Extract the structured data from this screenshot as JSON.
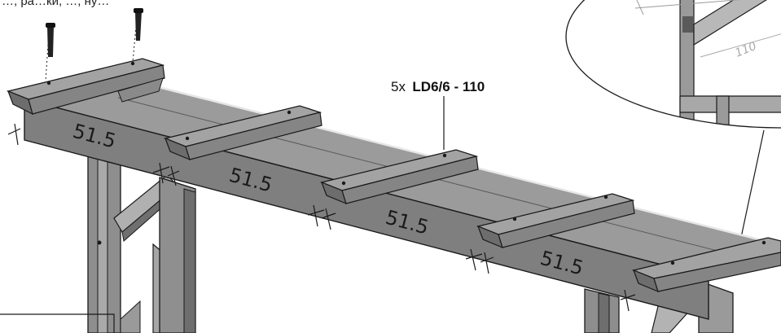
{
  "top_caption": "…, ра…ки, …, ну…",
  "part_label": {
    "qty": "5x",
    "code": "LD6/6 - 110"
  },
  "beam_dimensions": [
    "51.5",
    "51.5",
    "51.5",
    "51.5"
  ],
  "detail_dimension": "110",
  "colors": {
    "wood_top": "#9a9a9a",
    "wood_front": "#7f7f7f",
    "wood_dark": "#5a5a5a",
    "wood_light": "#b8b8b8",
    "line": "#1a1a1a"
  }
}
